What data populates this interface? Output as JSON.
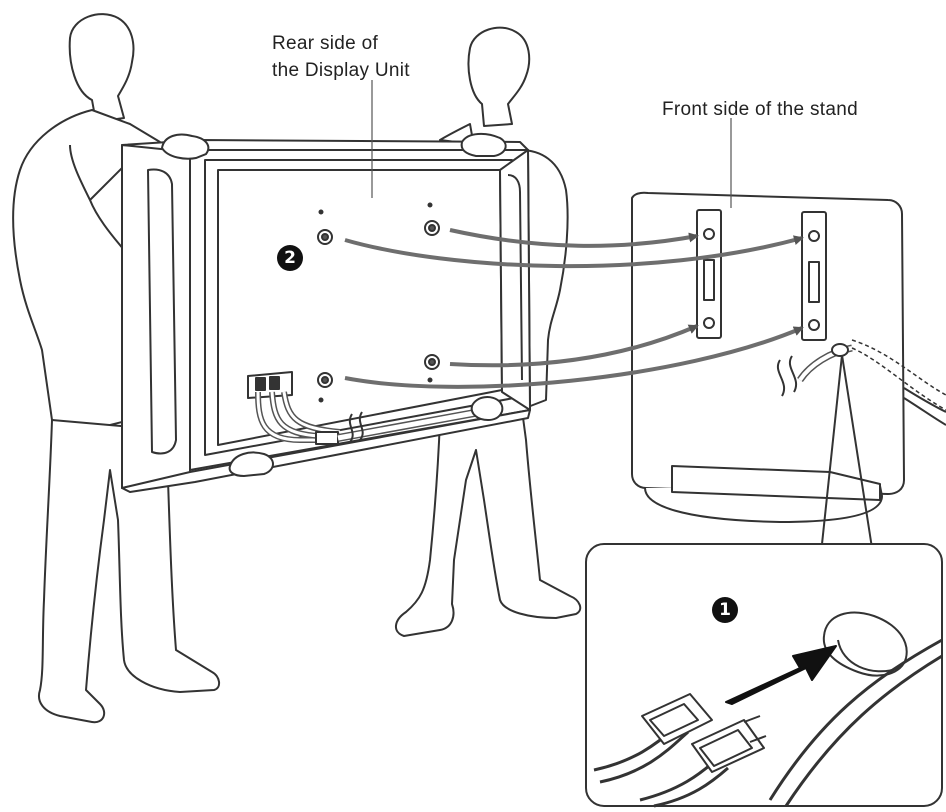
{
  "labels": {
    "rear_line1": "Rear side of",
    "rear_line2": "the Display Unit",
    "front": "Front side of the stand"
  },
  "steps": {
    "one": "1",
    "two": "2"
  },
  "colors": {
    "line": "#333333",
    "arrow": "#6e6e6e",
    "fill": "#ffffff"
  }
}
